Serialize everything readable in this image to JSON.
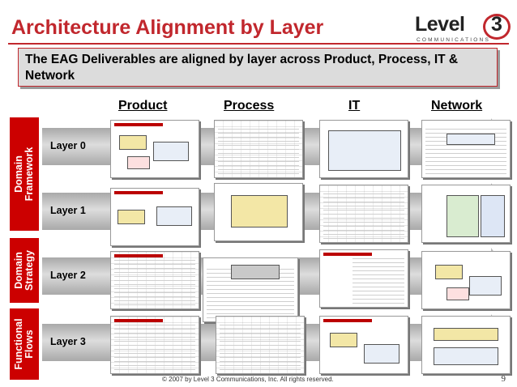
{
  "title": "Architecture Alignment by Layer",
  "logo": {
    "text": "Level",
    "number": "3",
    "subtitle": "COMMUNICATIONS"
  },
  "banner": "The EAG Deliverables are aligned by layer across Product, Process, IT & Network",
  "columns": [
    "Product",
    "Process",
    "IT",
    "Network"
  ],
  "sidebar": [
    {
      "label_line1": "Domain",
      "label_line2": "Framework"
    },
    {
      "label_line1": "Domain",
      "label_line2": "Strategy"
    },
    {
      "label_line1": "Functional",
      "label_line2": "Flows"
    }
  ],
  "layers": [
    "Layer 0",
    "Layer 1",
    "Layer 2",
    "Layer 3"
  ],
  "footer": "© 2007 by Level 3 Communications, Inc. All rights reserved.",
  "page_number": "9",
  "colors": {
    "accent_red": "#c1272d",
    "sidebar_red": "#cc0000",
    "banner_gray": "#dcdcdc",
    "band_gray": "#bbbbbb"
  }
}
